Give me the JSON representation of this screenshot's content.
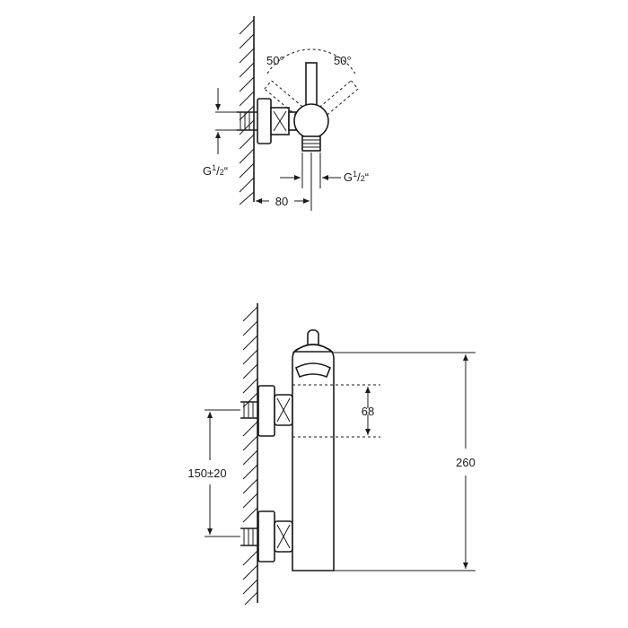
{
  "top_view": {
    "angle_left": "50°",
    "angle_right": "50°",
    "inlet_thread": {
      "main": "G",
      "num": "1",
      "den": "2",
      "quote": "“"
    },
    "outlet_thread": {
      "main": "G",
      "num": "1",
      "den": "2",
      "quote": "“"
    },
    "wall_distance": "80"
  },
  "front_view": {
    "handle_height": "68",
    "total_height": "260",
    "inlet_spacing": "150±20"
  }
}
